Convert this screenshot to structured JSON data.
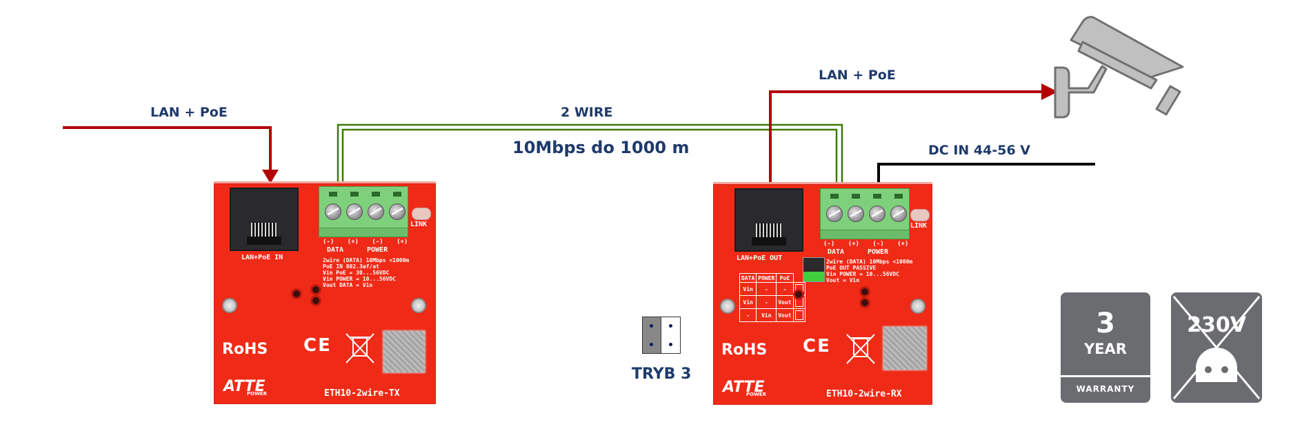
{
  "labels": {
    "lan_poe_in": "LAN + PoE",
    "two_wire": "2 WIRE",
    "speed_distance": "10Mbps do 1000 m",
    "lan_poe_out": "LAN + PoE",
    "dc_in": "DC IN 44-56 V",
    "jumper_mode": "TRYB 3"
  },
  "colors": {
    "label_text": "#1f3a6b",
    "lan_wire": "#b30000",
    "two_wire": "#3a7a00",
    "dc_wire": "#000000",
    "board": "#ef2a17",
    "badge": "#6b6c70"
  },
  "tx_board": {
    "rj45_label": "LAN+PoE IN",
    "terminal_polarity": [
      "(-)",
      "(+)",
      "(-)",
      "(+)"
    ],
    "terminal_groups": [
      "DATA",
      "POWER"
    ],
    "led_label": "LINK",
    "spec_lines": [
      "2wire (DATA) 10Mbps <1000m",
      "PoE IN 802.3af/at",
      "Vin PoE = 30...56VDC",
      "Vin POWER = 10...56VDC",
      "Vout DATA = Vin"
    ],
    "rohs": "RoHS",
    "ce": "CE",
    "brand": "ATTE",
    "brand_sub": "POWER",
    "model": "ETH10-2wire-TX"
  },
  "rx_board": {
    "rj45_label": "LAN+PoE OUT",
    "terminal_polarity": [
      "(-)",
      "(+)",
      "(-)",
      "(+)"
    ],
    "terminal_groups": [
      "DATA",
      "POWER"
    ],
    "led_label": "LINK",
    "spec_lines": [
      "2wire (DATA) 10Mbps <1000m",
      "PoE OUT PASSIVE",
      "Vin POWER = 10...56VDC",
      "Vout = Vin"
    ],
    "mode_table": {
      "headers": [
        "DATA",
        "POWER",
        "PoE"
      ],
      "rows": [
        [
          "Vin",
          "-",
          "-"
        ],
        [
          "Vin",
          "-",
          "Vout"
        ],
        [
          "-",
          "Vin",
          "Vout"
        ]
      ]
    },
    "rohs": "RoHS",
    "ce": "CE",
    "brand": "ATTE",
    "brand_sub": "POWER",
    "model": "ETH10-2wire-RX"
  },
  "badges": {
    "warranty_number": "3",
    "warranty_unit": "YEAR",
    "warranty_label": "WARRANTY",
    "no_230v_text": "230V"
  },
  "icons": {
    "camera": "cctv-camera-icon",
    "jumper": "jumper-icon",
    "weee": "crossed-bin-icon"
  }
}
